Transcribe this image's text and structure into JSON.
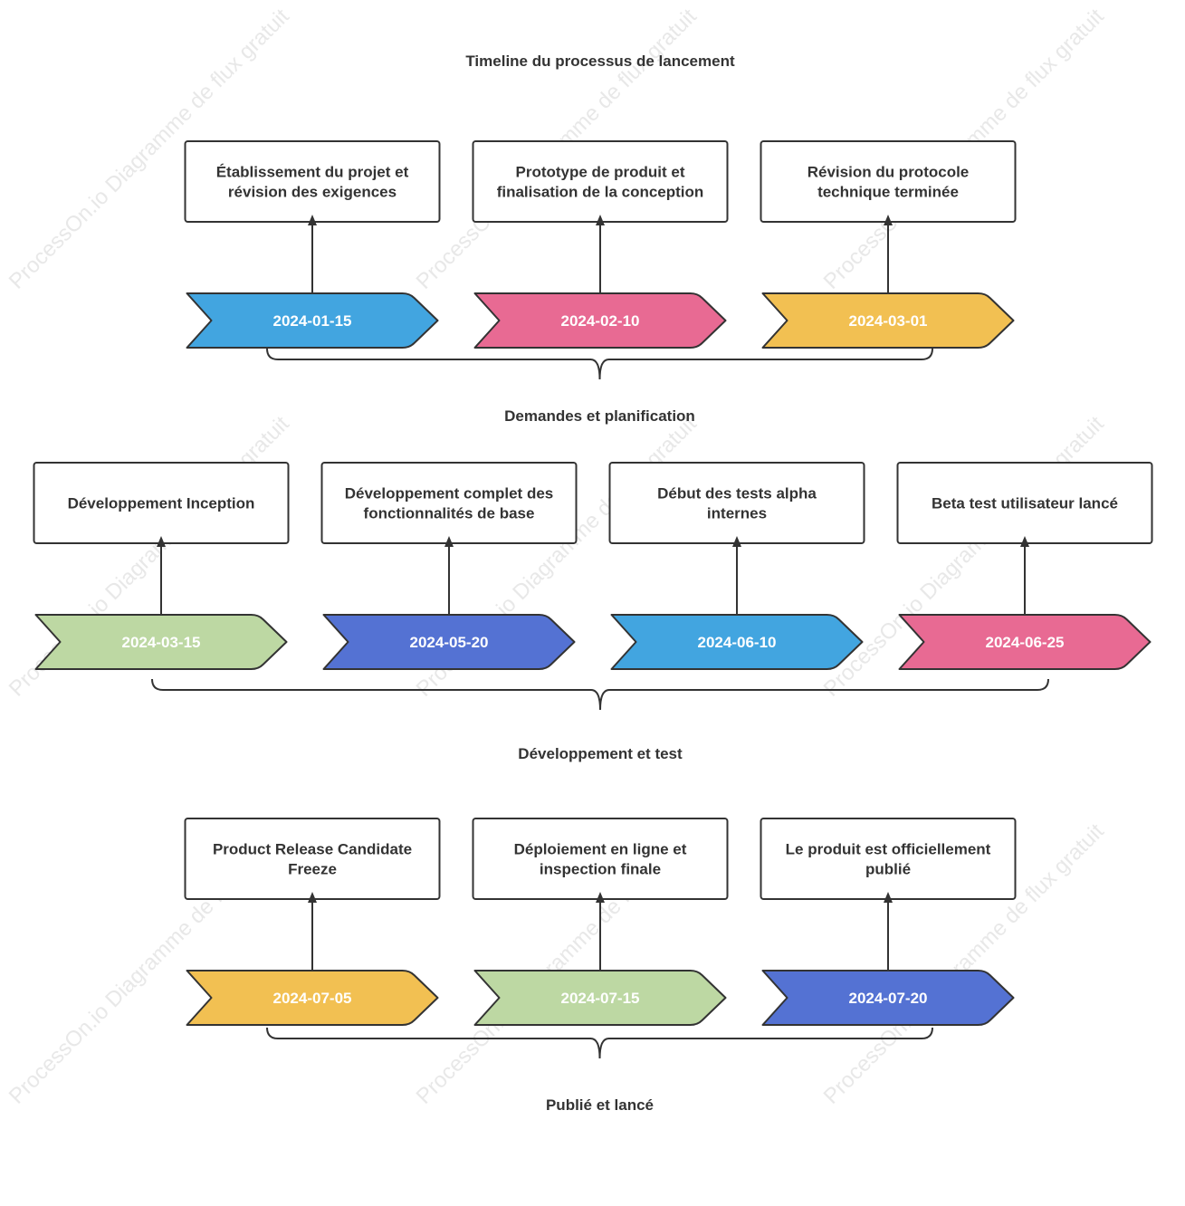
{
  "title": "Timeline du processus de lancement",
  "watermark": "ProcessOn.io Diagramme de flux gratuit",
  "colors": {
    "blue": "#42A5E0",
    "pink": "#E86A93",
    "yellow": "#F2C052",
    "green": "#BDD8A3",
    "indigo": "#5472D3",
    "stroke": "#333333"
  },
  "phases": [
    {
      "label": "Demandes et planification",
      "events": [
        {
          "date": "2024-01-15",
          "text": [
            "Établissement du projet et",
            "révision des exigences"
          ],
          "color": "blue"
        },
        {
          "date": "2024-02-10",
          "text": [
            "Prototype de produit et",
            "finalisation de la conception"
          ],
          "color": "pink"
        },
        {
          "date": "2024-03-01",
          "text": [
            "Révision du protocole",
            "technique terminée"
          ],
          "color": "yellow"
        }
      ]
    },
    {
      "label": "Développement et test",
      "events": [
        {
          "date": "2024-03-15",
          "text": [
            "Développement Inception"
          ],
          "color": "green"
        },
        {
          "date": "2024-05-20",
          "text": [
            "Développement complet des",
            "fonctionnalités de base"
          ],
          "color": "indigo"
        },
        {
          "date": "2024-06-10",
          "text": [
            "Début des tests alpha",
            "internes"
          ],
          "color": "blue"
        },
        {
          "date": "2024-06-25",
          "text": [
            "Beta test utilisateur lancé"
          ],
          "color": "pink"
        }
      ]
    },
    {
      "label": "Publié et lancé",
      "events": [
        {
          "date": "2024-07-05",
          "text": [
            "Product Release Candidate",
            "Freeze"
          ],
          "color": "yellow"
        },
        {
          "date": "2024-07-15",
          "text": [
            "Déploiement en ligne et",
            "inspection finale"
          ],
          "color": "green"
        },
        {
          "date": "2024-07-20",
          "text": [
            "Le produit est officiellement",
            "publié"
          ],
          "color": "indigo"
        }
      ]
    }
  ]
}
